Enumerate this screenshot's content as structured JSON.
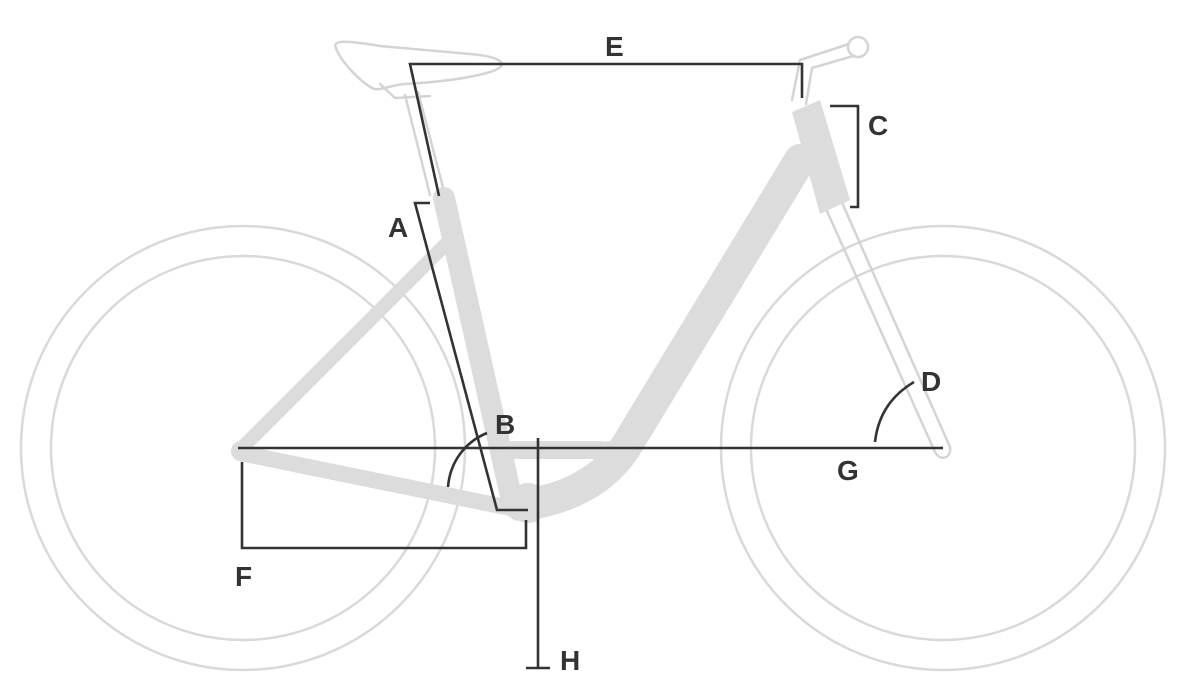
{
  "diagram": {
    "labels": {
      "A": "A",
      "B": "B",
      "C": "C",
      "D": "D",
      "E": "E",
      "F": "F",
      "G": "G",
      "H": "H"
    },
    "colors": {
      "frame": "#dcdcdc",
      "wheel": "#d9d9d9",
      "dimension": "#333333",
      "background": "#ffffff"
    }
  }
}
